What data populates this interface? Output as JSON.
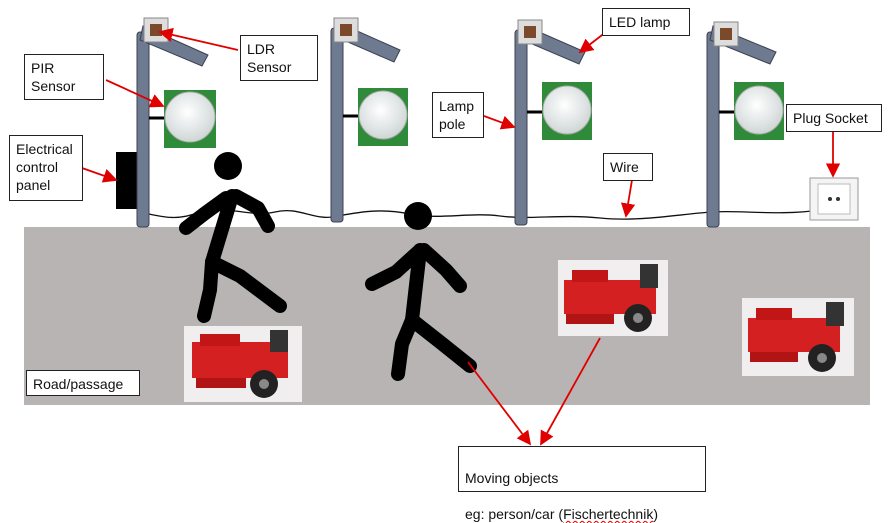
{
  "labels": {
    "pir_sensor": "PIR\nSensor",
    "ldr_sensor": "LDR\nSensor",
    "led_lamp": "LED lamp",
    "lamp_pole": "Lamp\npole",
    "plug_socket": "Plug Socket",
    "electrical_control_panel": "Electrical\ncontrol\npanel",
    "wire": "Wire",
    "road_passage": "Road/passage",
    "moving_objects_line1": "Moving objects",
    "moving_objects_line2_prefix": "eg: person/car (",
    "moving_objects_line2_brand": "Fischertechnik",
    "moving_objects_line2_suffix": ")"
  },
  "colors": {
    "road": "#b8b4b4",
    "pole": "#6d7a8f",
    "arrow": "#e00000",
    "robot_red": "#d42020",
    "sensor_dome": "#eef2f2",
    "sensor_board": "#2f8a3a"
  },
  "icons": [
    "lamp-pole-icon",
    "ldr-sensor-icon",
    "pir-sensor-icon",
    "person-walking-icon",
    "robot-car-icon",
    "plug-socket-icon",
    "control-panel-icon"
  ]
}
